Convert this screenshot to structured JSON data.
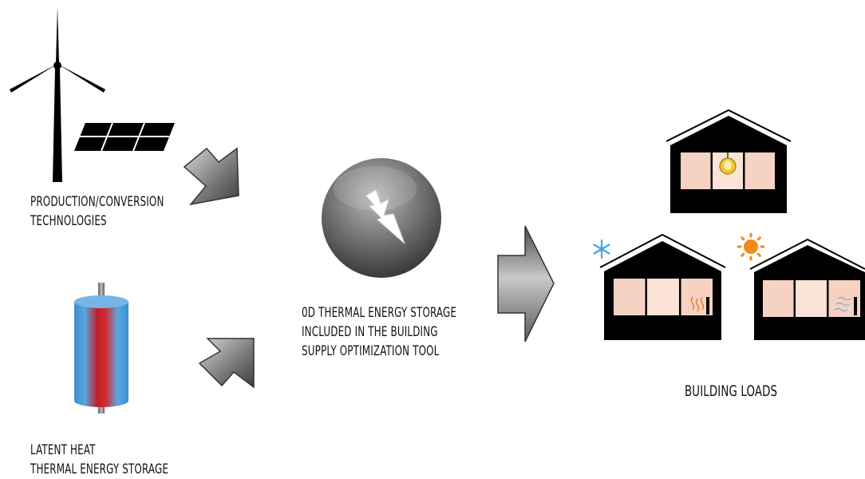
{
  "labels": {
    "production": [
      "PRODUCTION/CONVERSION",
      "TECHNOLOGIES"
    ],
    "latent": [
      "LATENT HEAT",
      "THERMAL ENERGY STORAGE"
    ],
    "tool": [
      "0D THERMAL ENERGY STORAGE",
      "INCLUDED IN THE BUILDING",
      "SUPPLY OPTIMIZATION TOOL"
    ],
    "loads": "BUILDING LOADS"
  },
  "icons": [
    "wind-turbine-icon",
    "solar-panel-icon",
    "tes-cylinder-icon",
    "lightning-bolt-icon",
    "house-icon",
    "snowflake-icon",
    "sun-icon",
    "light-bulb-icon",
    "heater-icon",
    "arrow-icon"
  ],
  "colors": {
    "arrow": "#7a7a7a",
    "house": "#000000",
    "window": "#f6d2c2",
    "cylinder_hot": "#cc1f2a",
    "cylinder_cold": "#3b8fd0",
    "sun": "#f08a1c",
    "snow": "#4aa3df",
    "bulb": "#f4c430"
  }
}
